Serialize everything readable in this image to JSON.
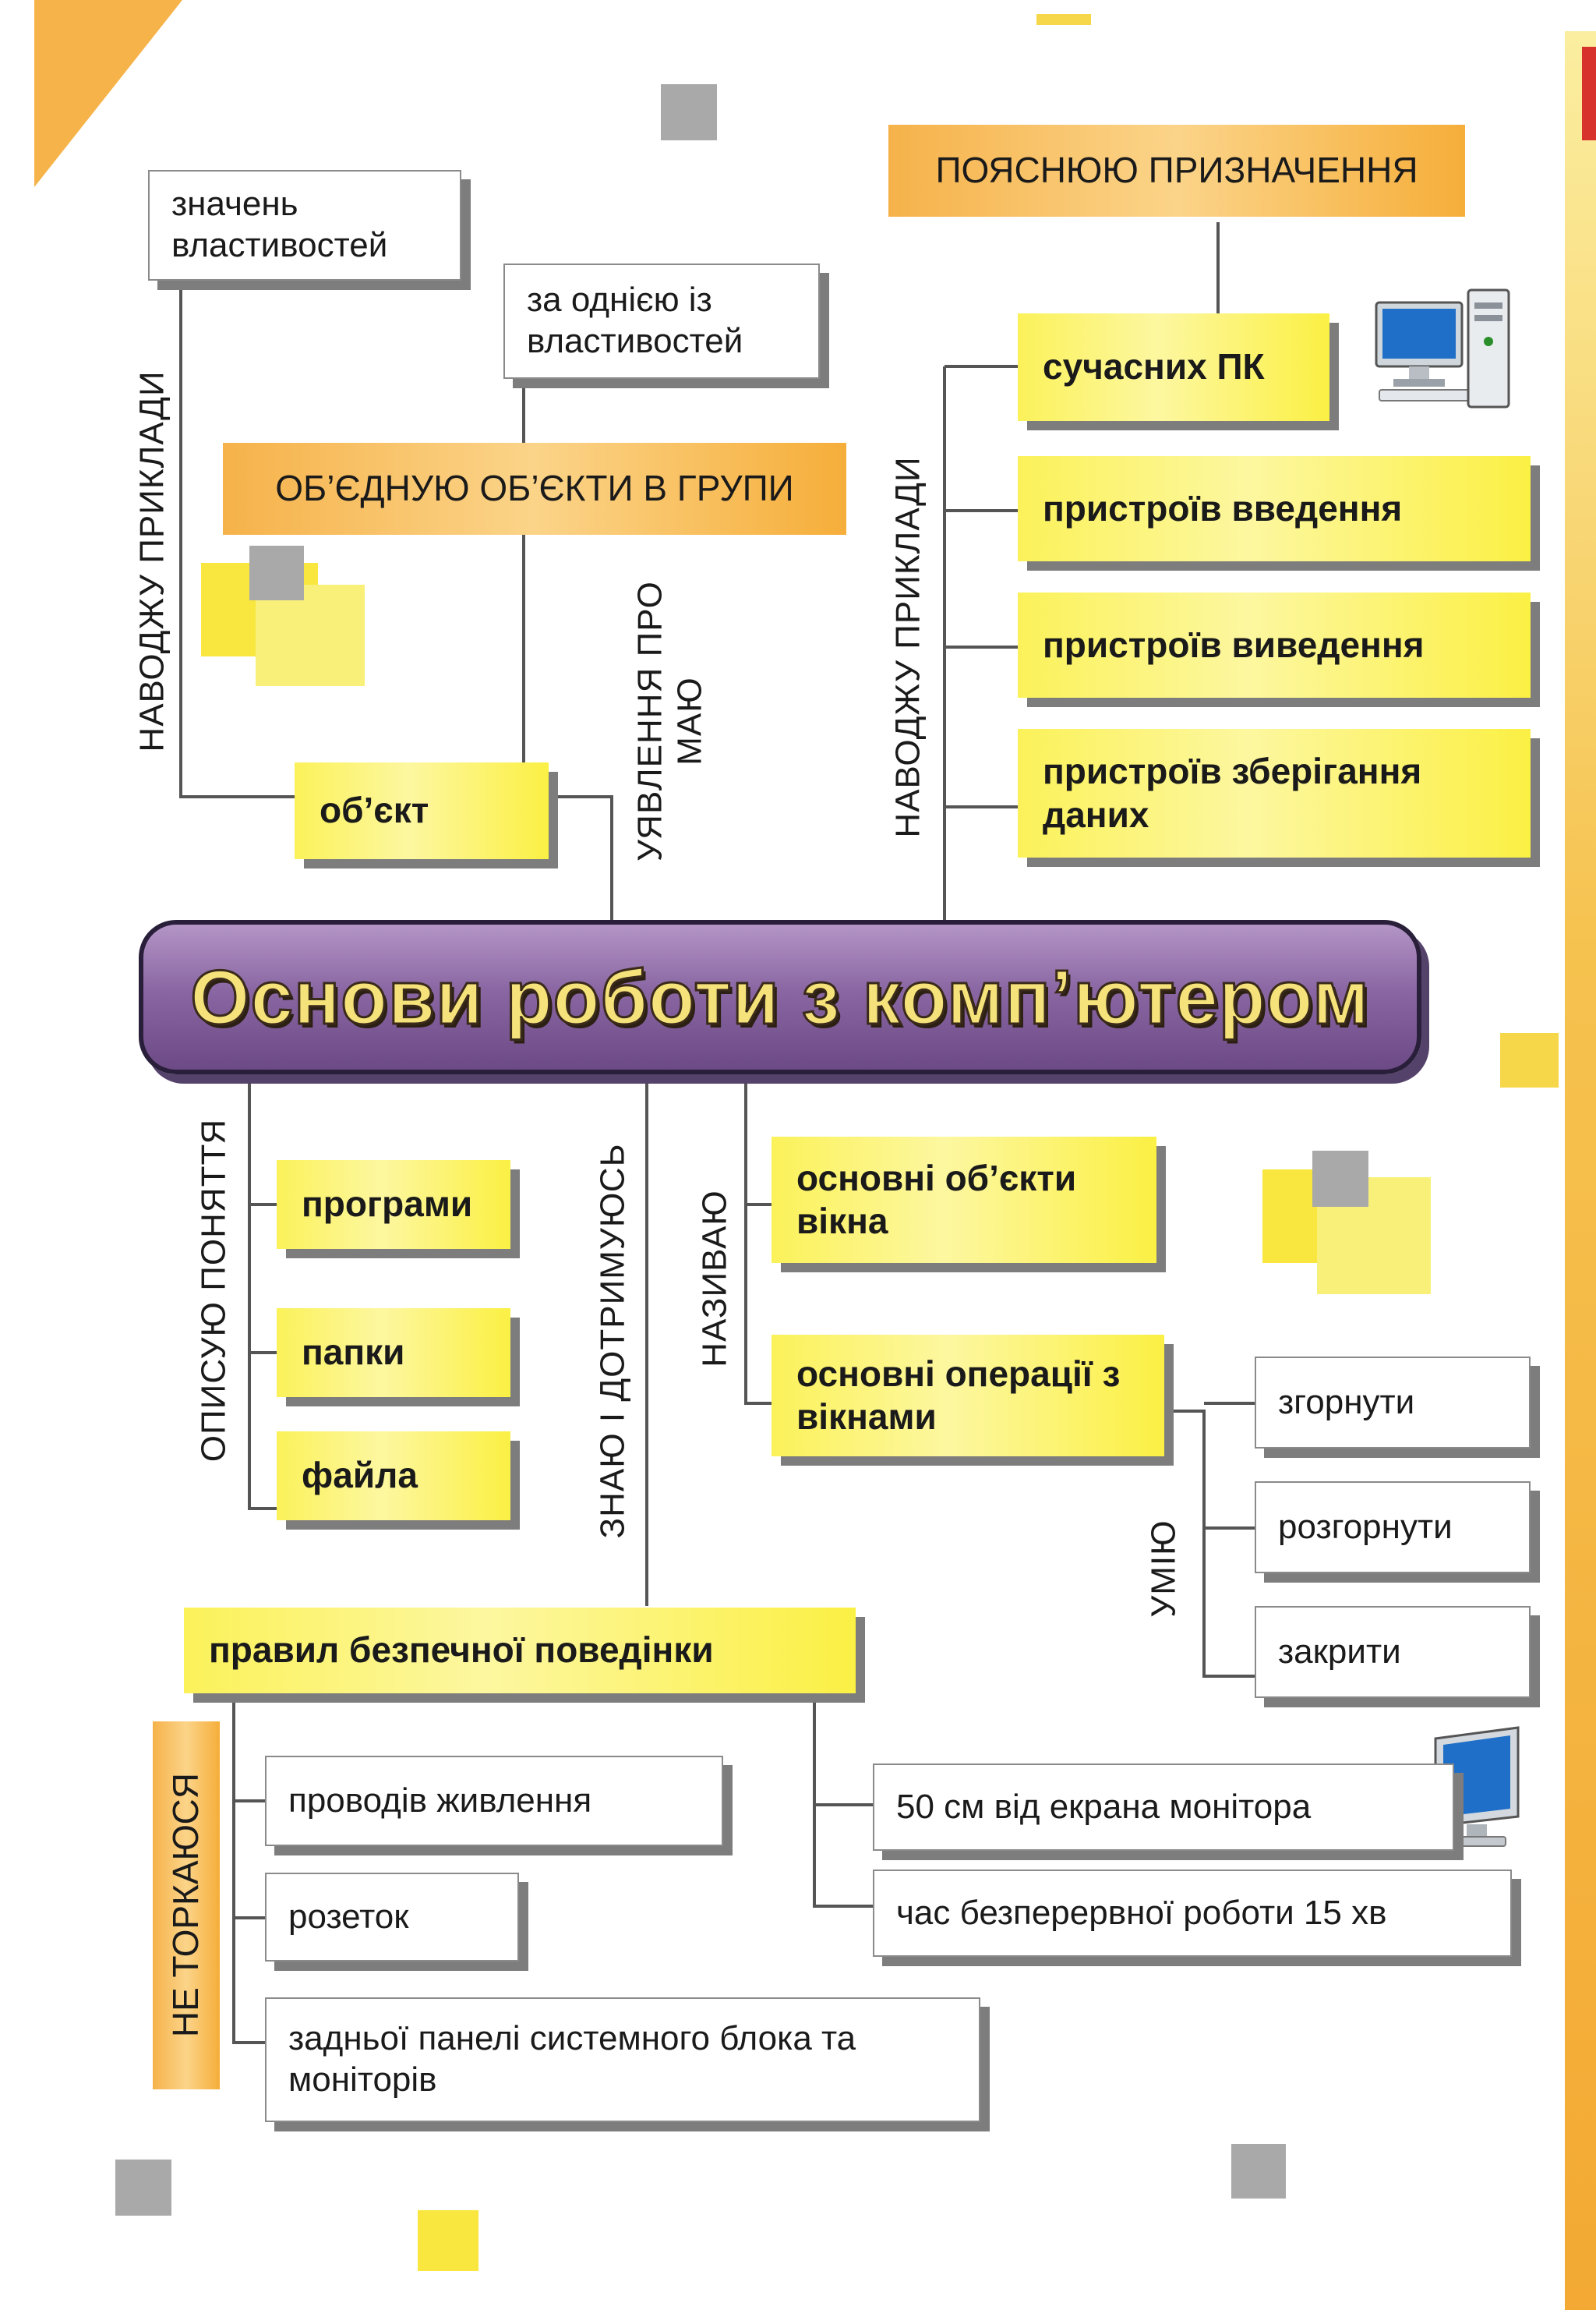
{
  "title": "Основи роботи з комп’ютером",
  "colors": {
    "box_yellow": "#fbf25a",
    "label_orange": "#f6b24a",
    "center_purple": "#8a67a3",
    "title_text": "#f5e27a"
  },
  "icons": [
    "computer-icon",
    "monitor-icon"
  ],
  "branches": {
    "objects": {
      "relation": "МАЮ УЯВЛЕННЯ ПРО",
      "relation_lines": [
        "МАЮ",
        "УЯВЛЕННЯ ПРО"
      ],
      "node": "об’єкт",
      "examples_label": "НАВОДЖУ ПРИКЛАДИ",
      "examples_node": "значень властивостей",
      "group_label": "ОБ’ЄДНУЮ ОБ’ЄКТИ В ГРУПИ",
      "group_node": "за однією із властивостей"
    },
    "devices": {
      "explain_label": "ПОЯСНЮЮ ПРИЗНАЧЕННЯ",
      "examples_label": "НАВОДЖУ ПРИКЛАДИ",
      "items": [
        "сучасних ПК",
        "пристроїв введення",
        "пристроїв виведення",
        "пристроїв зберігання даних"
      ]
    },
    "concepts": {
      "label": "ОПИСУЮ ПОНЯТТЯ",
      "items": [
        "програми",
        "папки",
        "файла"
      ]
    },
    "windows": {
      "label": "НАЗИВАЮ",
      "items": [
        "основні об’єкти вікна",
        "основні операції з вікнами"
      ],
      "skills_label": "УМІЮ",
      "operations": [
        "згорнути",
        "розгорнути",
        "закрити"
      ]
    },
    "safety": {
      "label": "ЗНАЮ І ДОТРИМУЮСЬ",
      "node": "правил безпечної поведінки",
      "dont_touch_label": "НЕ ТОРКАЮСЯ",
      "dont_touch": [
        "проводів живлення",
        "розеток",
        "задньої панелі системного блока та моніторів"
      ],
      "rules": [
        "50 см від екрана монітора",
        "час безперервної роботи 15 хв"
      ]
    }
  }
}
